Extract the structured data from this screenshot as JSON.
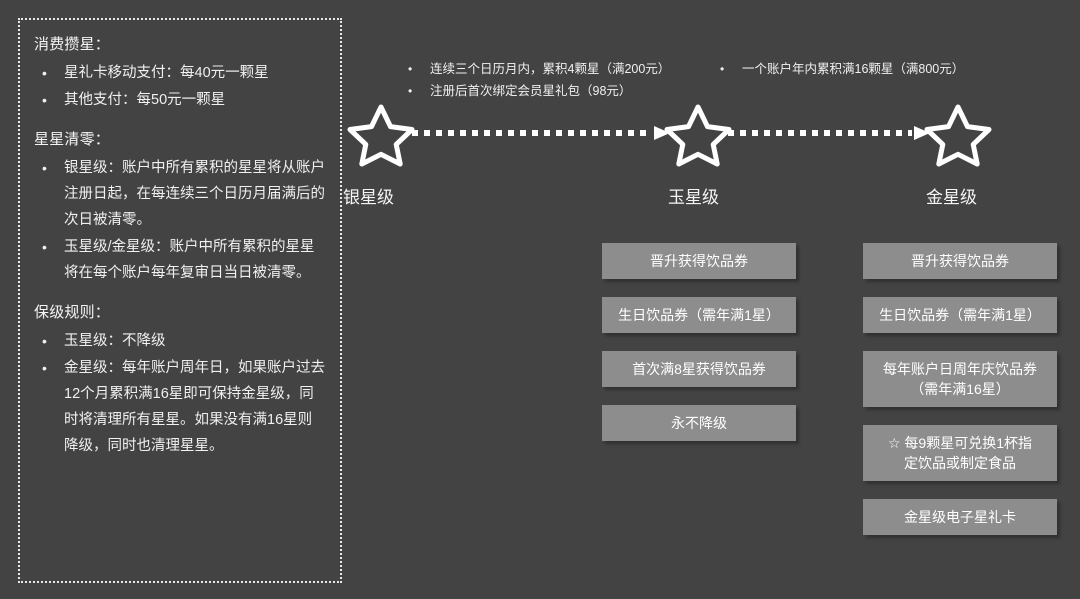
{
  "theme": {
    "background": "#434343",
    "text": "#f2f2f2",
    "box_fill": "#8d8d8d",
    "box_text": "#ffffff",
    "border": "#e8e8e8"
  },
  "rules_panel": {
    "sections": [
      {
        "heading": "消费攒星：",
        "items": [
          "星礼卡移动支付：每40元一颗星",
          "其他支付：每50元一颗星"
        ]
      },
      {
        "heading": "星星清零：",
        "items": [
          "银星级：账户中所有累积的星星将从账户注册日起，在每连续三个日历月届满后的次日被清零。",
          "玉星级/金星级：账户中所有累积的星星将在每个账户每年复审日当日被清零。"
        ]
      },
      {
        "heading": "保级规则：",
        "items": [
          "玉星级：不降级",
          "金星级：每年账户周年日，如果账户过去12个月累积满16星即可保持金星级，同时将清理所有星星。如果没有满16星则降级，同时也清理星星。"
        ]
      }
    ]
  },
  "upgrade_notes": {
    "to_jade": [
      "连续三个日历月内，累积4颗星（满200元）",
      "注册后首次绑定会员星礼包（98元）"
    ],
    "to_gold": [
      "一个账户年内累积满16颗星（满800元）"
    ]
  },
  "tiers": [
    {
      "id": "silver",
      "label": "银星级",
      "icon": "star-outline-icon"
    },
    {
      "id": "jade",
      "label": "玉星级",
      "icon": "star-outline-icon"
    },
    {
      "id": "gold",
      "label": "金星级",
      "icon": "star-outline-icon"
    }
  ],
  "benefits": {
    "jade": [
      "晋升获得饮品券",
      "生日饮品券（需年满1星）",
      "首次满8星获得饮品券",
      "永不降级"
    ],
    "gold": [
      "晋升获得饮品券",
      "生日饮品券（需年满1星）",
      "每年账户日周年庆饮品券\n（需年满16星）",
      "☆ 每9颗星可兑换1杯指\n定饮品或制定食品",
      "金星级电子星礼卡"
    ]
  },
  "bullet_glyph": "•"
}
